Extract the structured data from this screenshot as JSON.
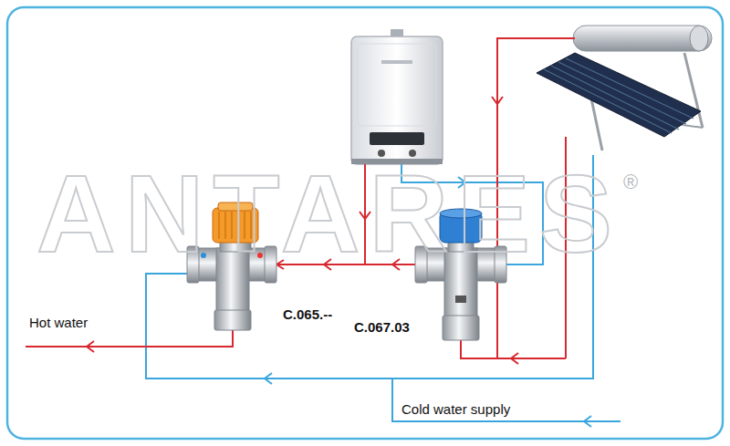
{
  "diagram": {
    "nodes": [
      {
        "text": [
          "C.065.--"
        ]
      },
      {
        "text": [
          "C.067.03"
        ]
      }
    ],
    "edges": [
      {
        "from": 1,
        "to": 0,
        "arrow": "to"
      }
    ],
    "labels": [
      "ANTARES",
      "®",
      "Hot water",
      "Cold water supply"
    ]
  }
}
